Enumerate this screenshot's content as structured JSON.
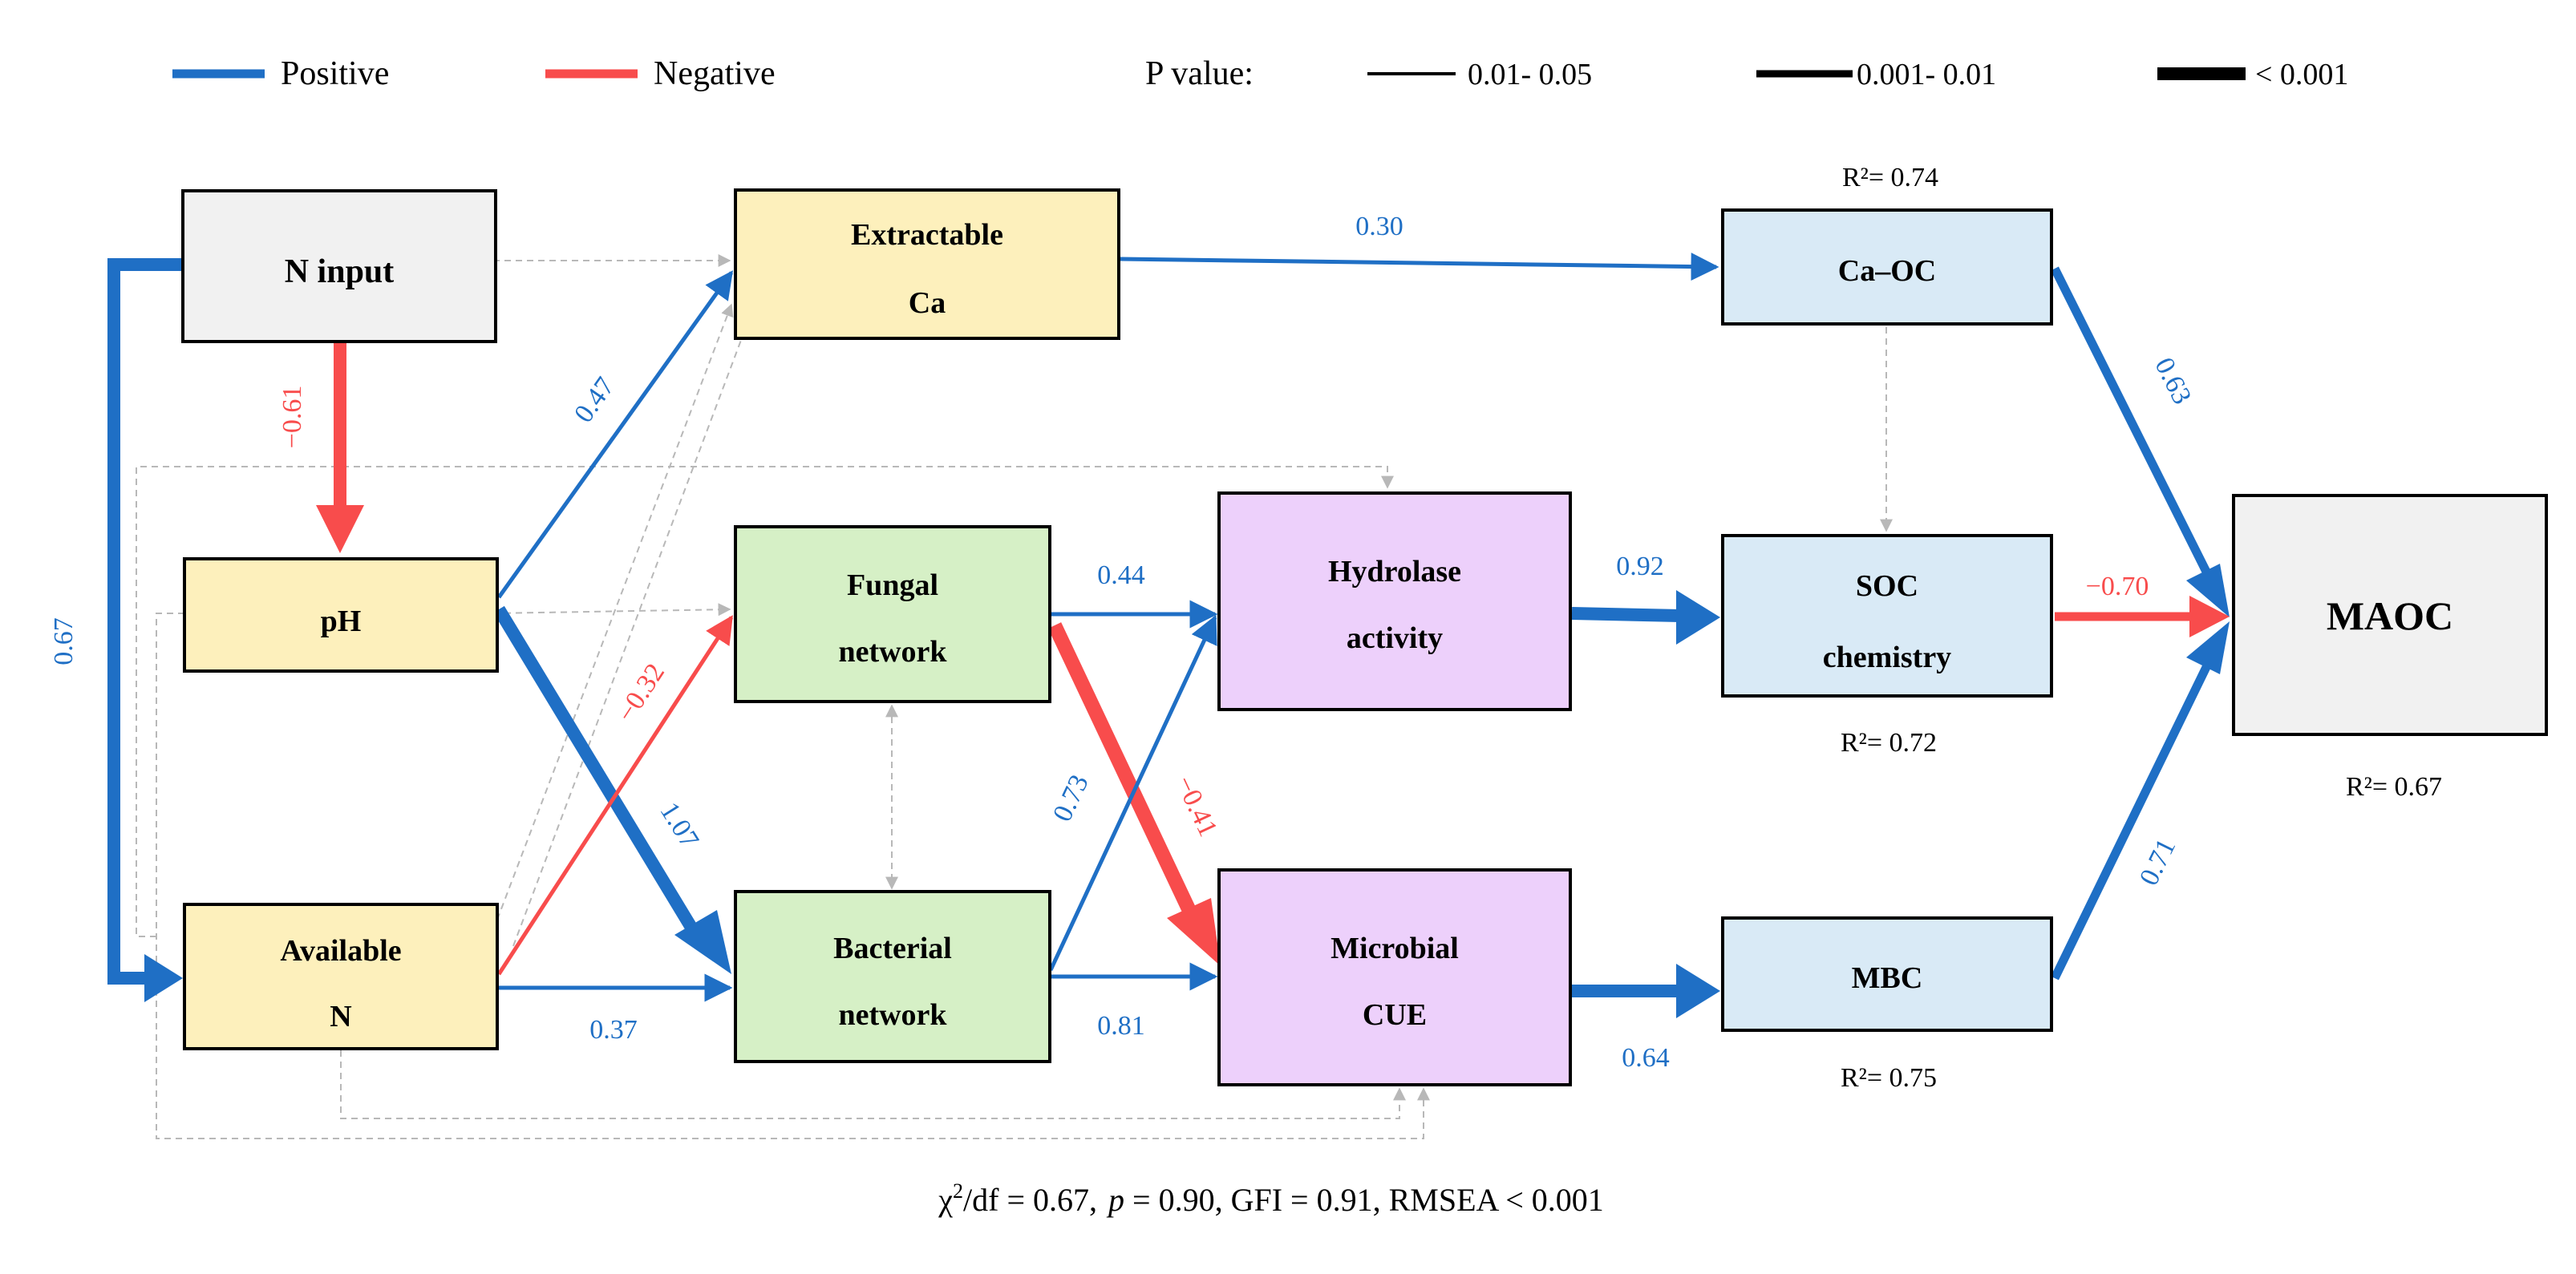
{
  "legend": {
    "positive_label": "Positive",
    "negative_label": "Negative",
    "p_value_title": "P value:",
    "p_levels": [
      "0.01- 0.05",
      "0.001- 0.01",
      "< 0.001"
    ]
  },
  "colors": {
    "positive": "#1f6fc5",
    "negative": "#f84c4c",
    "nonsignificant": "#b8b8b8",
    "node_input": "#f1f1f1",
    "node_soil": "#fdf0bc",
    "node_network": "#d6f0c6",
    "node_microbial": "#edd0fb",
    "node_carbon": "#d9eaf6",
    "node_maoc": "#f1f1f1"
  },
  "nodes": {
    "n_input": [
      "N input"
    ],
    "ph": [
      "pH"
    ],
    "available_n": [
      "Available",
      "N"
    ],
    "extractable_ca": [
      "Extractable",
      "Ca"
    ],
    "fungal_network": [
      "Fungal",
      "network"
    ],
    "bacterial_network": [
      "Bacterial",
      "network"
    ],
    "hydrolase_activity": [
      "Hydrolase",
      "activity"
    ],
    "microbial_cue": [
      "Microbial",
      "CUE"
    ],
    "ca_oc": [
      "Ca–OC"
    ],
    "soc_chemistry": [
      "SOC",
      "chemistry"
    ],
    "mbc": [
      "MBC"
    ],
    "maoc": [
      "MAOC"
    ]
  },
  "r2": {
    "ca_oc": "R²= 0.74",
    "soc_chemistry": "R²= 0.72",
    "mbc": "R²= 0.75",
    "maoc": "R²= 0.67"
  },
  "paths": [
    {
      "from": "N input",
      "to": "Available N",
      "coef": "0.67",
      "sign": "positive",
      "p_level": "< 0.001"
    },
    {
      "from": "N input",
      "to": "pH",
      "coef": "−0.61",
      "sign": "negative",
      "p_level": "< 0.001"
    },
    {
      "from": "pH",
      "to": "Extractable Ca",
      "coef": "0.47",
      "sign": "positive",
      "p_level": "0.01- 0.05"
    },
    {
      "from": "pH",
      "to": "Bacterial network",
      "coef": "1.07",
      "sign": "positive",
      "p_level": "< 0.001"
    },
    {
      "from": "Available N",
      "to": "Fungal network",
      "coef": "−0.32",
      "sign": "negative",
      "p_level": "0.01- 0.05"
    },
    {
      "from": "Available N",
      "to": "Bacterial network",
      "coef": "0.37",
      "sign": "positive",
      "p_level": "0.01- 0.05"
    },
    {
      "from": "Fungal network",
      "to": "Hydrolase activity",
      "coef": "0.44",
      "sign": "positive",
      "p_level": "0.01- 0.05"
    },
    {
      "from": "Fungal network",
      "to": "Microbial CUE",
      "coef": "−0.41",
      "sign": "negative",
      "p_level": "< 0.001"
    },
    {
      "from": "Bacterial network",
      "to": "Hydrolase activity",
      "coef": "0.73",
      "sign": "positive",
      "p_level": "0.01- 0.05"
    },
    {
      "from": "Bacterial network",
      "to": "Microbial CUE",
      "coef": "0.81",
      "sign": "positive",
      "p_level": "0.01- 0.05"
    },
    {
      "from": "Extractable Ca",
      "to": "Ca–OC",
      "coef": "0.30",
      "sign": "positive",
      "p_level": "0.01- 0.05"
    },
    {
      "from": "Hydrolase activity",
      "to": "SOC chemistry",
      "coef": "0.92",
      "sign": "positive",
      "p_level": "< 0.001"
    },
    {
      "from": "Microbial CUE",
      "to": "MBC",
      "coef": "0.64",
      "sign": "positive",
      "p_level": "< 0.001"
    },
    {
      "from": "Ca–OC",
      "to": "MAOC",
      "coef": "0.63",
      "sign": "positive",
      "p_level": "0.001- 0.01"
    },
    {
      "from": "SOC chemistry",
      "to": "MAOC",
      "coef": "−0.70",
      "sign": "negative",
      "p_level": "0.001- 0.01"
    },
    {
      "from": "MBC",
      "to": "MAOC",
      "coef": "0.71",
      "sign": "positive",
      "p_level": "0.001- 0.01"
    }
  ],
  "fit": {
    "chi_label": "χ",
    "chi_sup": "2",
    "df_text": "/df = 0.67,",
    "p_label": "p",
    "p_text": " = 0.90, GFI = 0.91, RMSEA < 0.001"
  }
}
